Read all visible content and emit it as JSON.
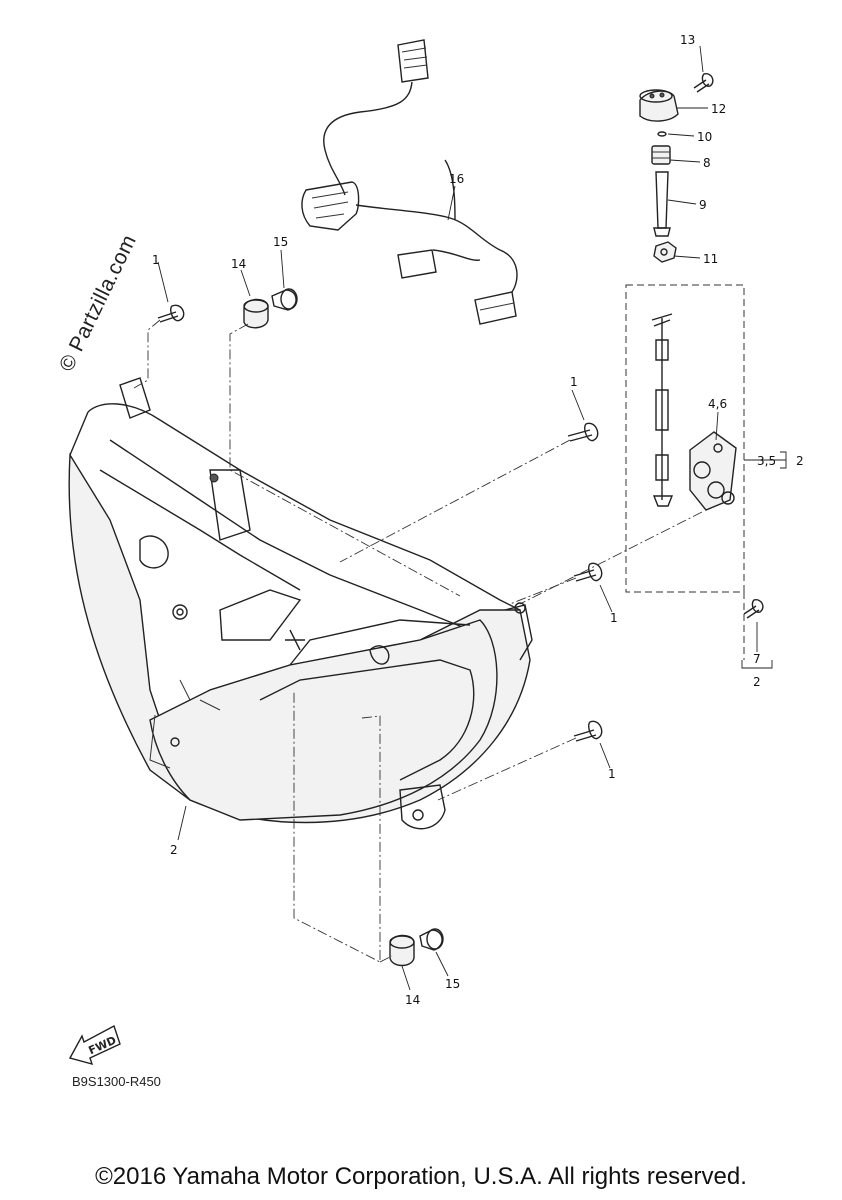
{
  "watermark": "© Partzilla.com",
  "fwd_badge": "FWD",
  "diagram_code": "B9S1300-R450",
  "copyright": "©2016 Yamaha Motor Corporation, U.S.A. All rights reserved.",
  "callouts": {
    "c1a": "1",
    "c1b": "1",
    "c1c": "1",
    "c1d": "1",
    "c2a": "2",
    "c2b": "2",
    "c2c": "2",
    "c35": "3,5",
    "c46": "4,6",
    "c7": "7",
    "c8": "8",
    "c9": "9",
    "c10": "10",
    "c11": "11",
    "c12": "12",
    "c13": "13",
    "c14a": "14",
    "c14b": "14",
    "c15a": "15",
    "c15b": "15",
    "c16": "16"
  }
}
